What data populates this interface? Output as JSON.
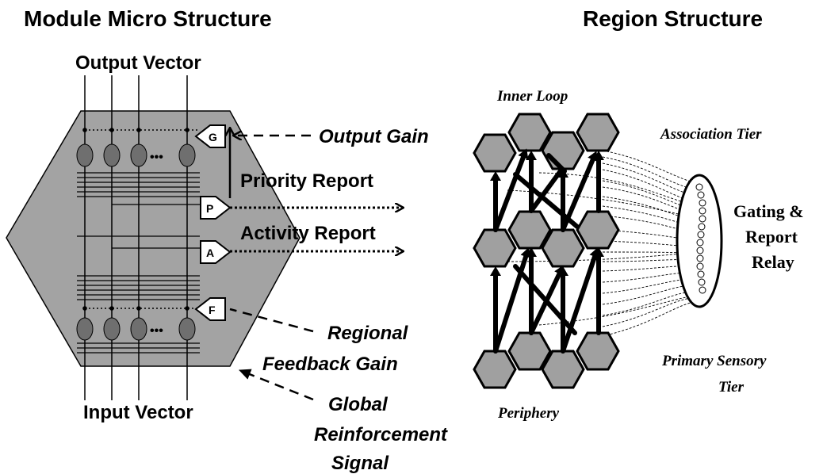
{
  "module": {
    "title": "Module Micro Structure",
    "output_vector": "Output Vector",
    "input_vector": "Input Vector",
    "ellipsis": "•••",
    "gates": {
      "g": "G",
      "p": "P",
      "a": "A",
      "f": "F"
    },
    "output_gain": "Output Gain",
    "priority_report": "Priority Report",
    "activity_report": "Activity Report",
    "regional_feedback_gain": [
      "Regional",
      "Feedback Gain"
    ],
    "global_reinforcement_signal": [
      "Global",
      "Reinforcement",
      "Signal"
    ]
  },
  "region": {
    "title": "Region Structure",
    "inner_loop": "Inner Loop",
    "association_tier": "Association Tier",
    "gating_relay": [
      "Gating &",
      "Report",
      "Relay"
    ],
    "primary_sensory_tier": [
      "Primary Sensory",
      "Tier"
    ],
    "periphery": "Periphery"
  },
  "colors": {
    "module_fill": "#a3a3a3",
    "neuron_fill": "#6f6f6f",
    "ink": "#000000"
  }
}
